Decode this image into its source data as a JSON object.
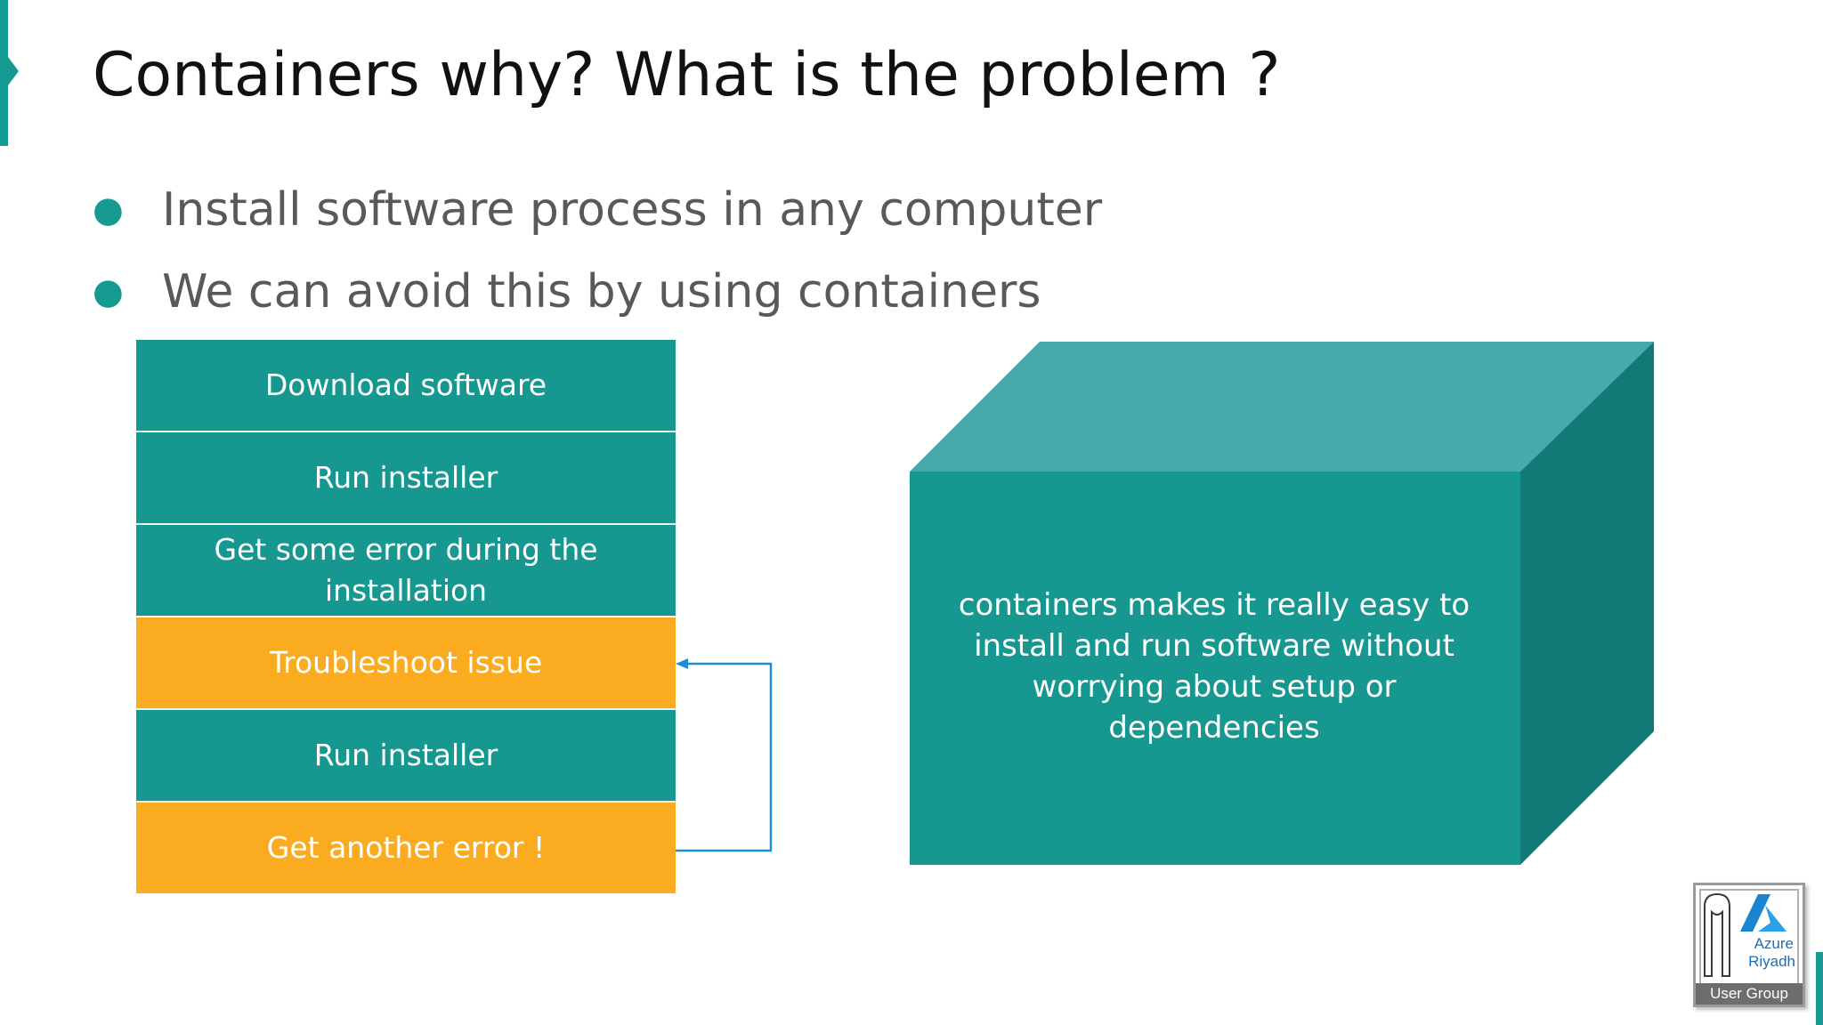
{
  "slide": {
    "title": "Containers why? What is the problem ?",
    "bullets": [
      "Install software process in any computer",
      "We can avoid this by using containers"
    ],
    "steps": [
      "Download software",
      "Run installer",
      "Get some error during the installation",
      "Troubleshoot issue",
      "Run installer",
      "Get another error !"
    ],
    "container_box_text": "containers makes it really easy to install and run software without worrying about setup or dependencies",
    "colors": {
      "teal": "#169790",
      "orange": "#fbab1f",
      "box_top": "#46aaaa",
      "box_side": "#117a76",
      "connector": "#1f8fd0"
    }
  },
  "logo": {
    "line1": "Azure",
    "line2": "Riyadh",
    "line3": "User Group",
    "icons": [
      "kingdom-tower-icon",
      "azure-logo-icon"
    ]
  }
}
